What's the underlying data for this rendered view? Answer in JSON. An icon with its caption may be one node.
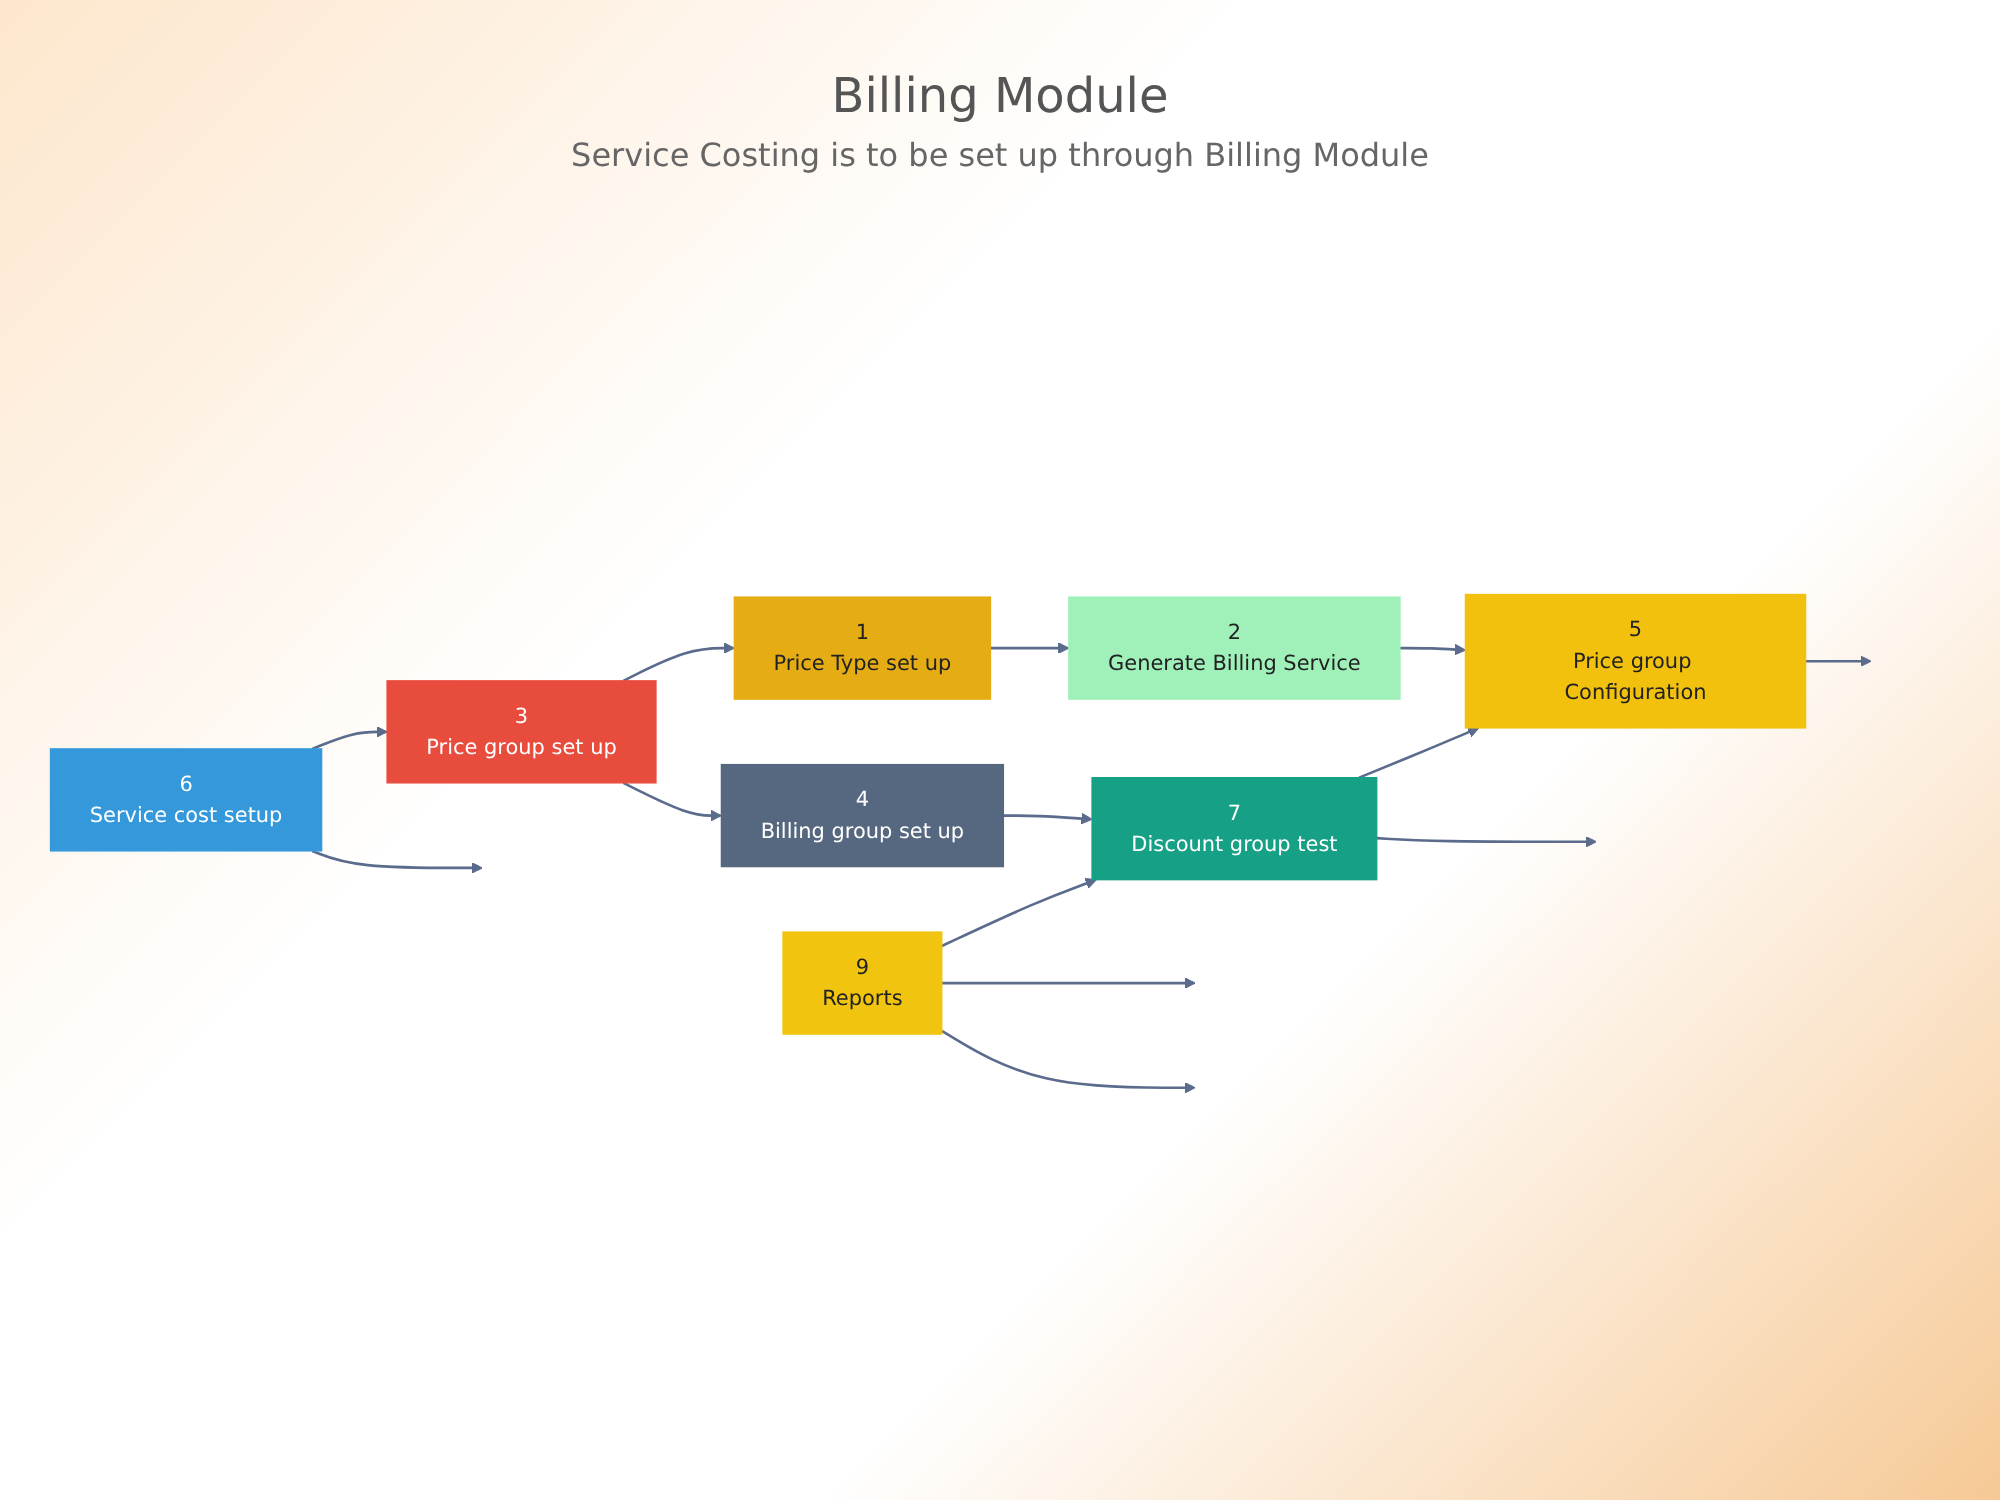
{
  "diagram": {
    "title": "Billing Module",
    "caption": "Service Costing is to be set up through Billing Module",
    "nodes": [
      {
        "text": [
          "1",
          "Price Type set up"
        ]
      },
      {
        "text": [
          "2",
          "Generate Billing Service"
        ]
      },
      {
        "text": [
          "3",
          "Price group set up"
        ]
      },
      {
        "text": [
          "4",
          "Billing group set up"
        ]
      },
      {
        "text": [
          "5",
          "Price group Configuration"
        ]
      },
      {
        "text": [
          "6",
          "Service cost setup"
        ]
      },
      {
        "text": [
          "7",
          "Discount group test"
        ]
      },
      {
        "text": [
          "9",
          "Reports"
        ]
      }
    ],
    "edges": [
      {
        "from": 0,
        "to": 1,
        "arrow": "to"
      },
      {
        "from": 1,
        "to": 4,
        "arrow": "to"
      },
      {
        "from": 2,
        "to": 0,
        "arrow": "to"
      },
      {
        "from": 2,
        "to": 3,
        "arrow": "to"
      },
      {
        "from": 5,
        "to": 2,
        "arrow": "to"
      },
      {
        "from": 3,
        "to": 6,
        "arrow": "to"
      },
      {
        "from": 6,
        "to": 4,
        "arrow": "to"
      },
      {
        "from": 7,
        "to": 6,
        "arrow": "to"
      },
      {
        "from": 4,
        "to": null,
        "arrow": "to"
      },
      {
        "from": 6,
        "to": null,
        "arrow": "to"
      },
      {
        "from": 5,
        "to": null,
        "arrow": "to"
      },
      {
        "from": 7,
        "to": null,
        "arrow": "to"
      },
      {
        "from": 7,
        "to": null,
        "arrow": "to"
      }
    ]
  }
}
